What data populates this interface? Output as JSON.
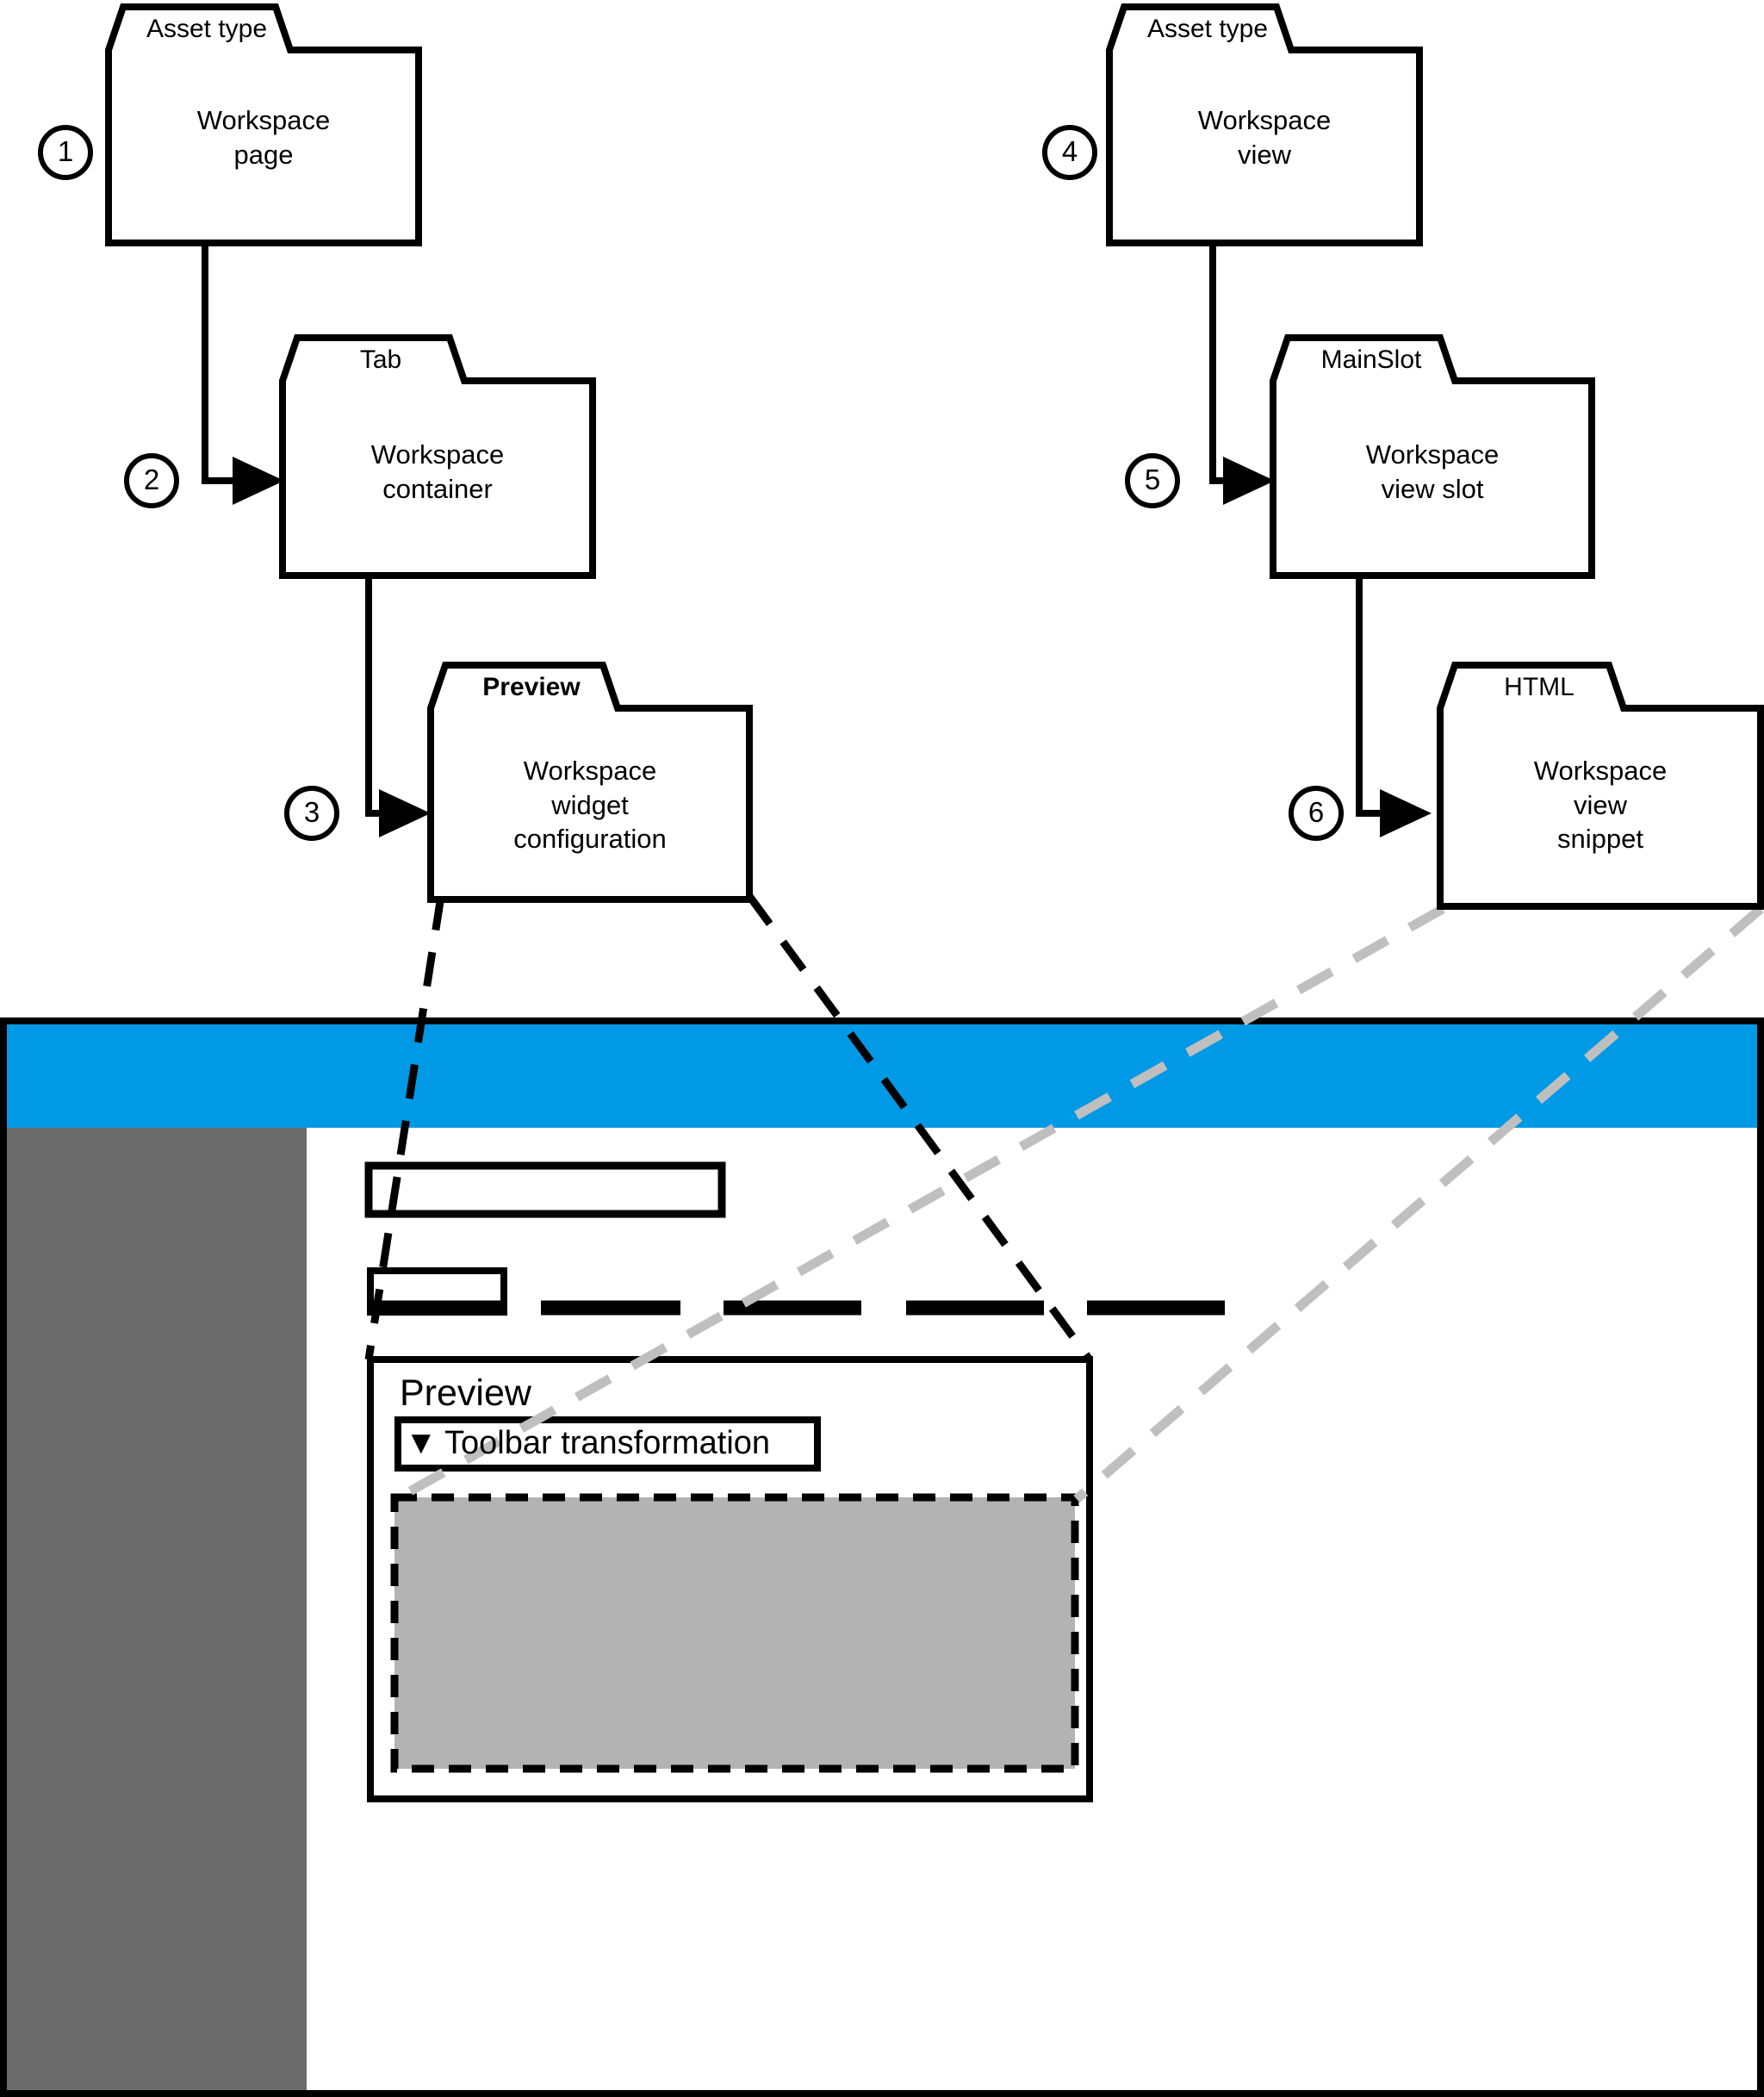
{
  "diagram": {
    "title": "Workspace page / Workspace view asset pipeline",
    "colors": {
      "stroke": "#000000",
      "background": "#FFFFFF",
      "header_blue": "#0099E5",
      "sidebar_gray": "#6B6B6B",
      "widget_gray": "#B3B3B3",
      "dash_gray": "#BFBFBF"
    },
    "nodes": [
      {
        "id": "workspace-page",
        "step": "1",
        "tab_label": "Asset type",
        "tab_bold": false,
        "body_label": "Workspace\npage"
      },
      {
        "id": "workspace-container",
        "step": "2",
        "tab_label": "Tab",
        "tab_bold": false,
        "body_label": "Workspace\ncontainer"
      },
      {
        "id": "workspace-widget-config",
        "step": "3",
        "tab_label": "Preview",
        "tab_bold": true,
        "body_label": "Workspace\nwidget\nconfiguration"
      },
      {
        "id": "workspace-view",
        "step": "4",
        "tab_label": "Asset type",
        "tab_bold": false,
        "body_label": "Workspace\nview"
      },
      {
        "id": "workspace-view-slot",
        "step": "5",
        "tab_label": "MainSlot",
        "tab_bold": false,
        "body_label": "Workspace\nview slot"
      },
      {
        "id": "workspace-view-snippet",
        "step": "6",
        "tab_label": "HTML",
        "tab_bold": false,
        "body_label": "Workspace\nview\nsnippet"
      }
    ],
    "step_numbers": [
      "1",
      "2",
      "3",
      "4",
      "5",
      "6"
    ]
  },
  "mockup": {
    "header_bar": "",
    "sidebar": "",
    "breadcrumb_field": "",
    "active_tab": "",
    "tab_placeholders": [
      "",
      "",
      "",
      ""
    ],
    "preview_panel": {
      "title": "Preview",
      "dropdown": {
        "caret": "▼",
        "label": "Toolbar transformation"
      },
      "widget_area": ""
    }
  }
}
